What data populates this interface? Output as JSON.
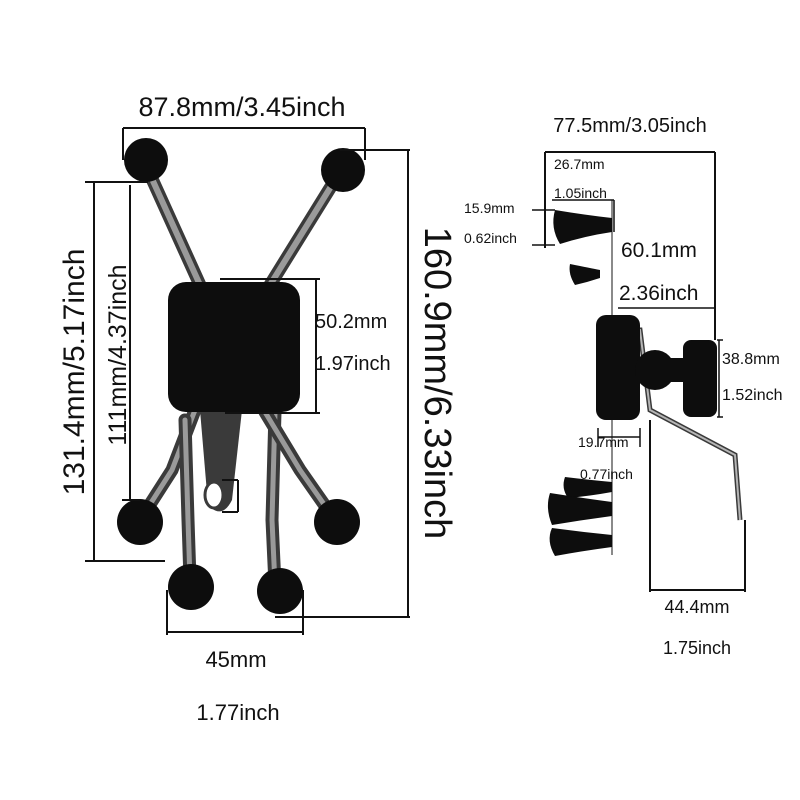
{
  "colors": {
    "background": "#ffffff",
    "ink": "#111111",
    "part_black": "#0d0d0d",
    "metal": "#8a8a8a",
    "metal_dark": "#3a3a3a"
  },
  "front_view": {
    "width_total": "87.8mm/3.45inch",
    "height_total": "160.9mm/6.33inch",
    "height_outer_arms": "131.4mm/5.17inch",
    "height_inner_arms": "111mm/4.37inch",
    "center_size_mm": "50.2mm",
    "center_size_inch": "1.97inch",
    "bottom_spacing_mm": "45mm",
    "bottom_spacing_inch": "1.77inch"
  },
  "side_view": {
    "width_total": "77.5mm/3.05inch",
    "clip_width_mm": "26.7mm",
    "clip_width_inch": "1.05inch",
    "clip_height_mm": "15.9mm",
    "clip_height_inch": "0.62inch",
    "arm_reach_mm": "60.1mm",
    "arm_reach_inch": "2.36inch",
    "knob_size_mm": "38.8mm",
    "knob_size_inch": "1.52inch",
    "base_depth_mm": "19.7mm",
    "base_depth_inch": "0.77inch",
    "bracket_width_mm": "44.4mm",
    "bracket_width_inch": "1.75inch"
  }
}
